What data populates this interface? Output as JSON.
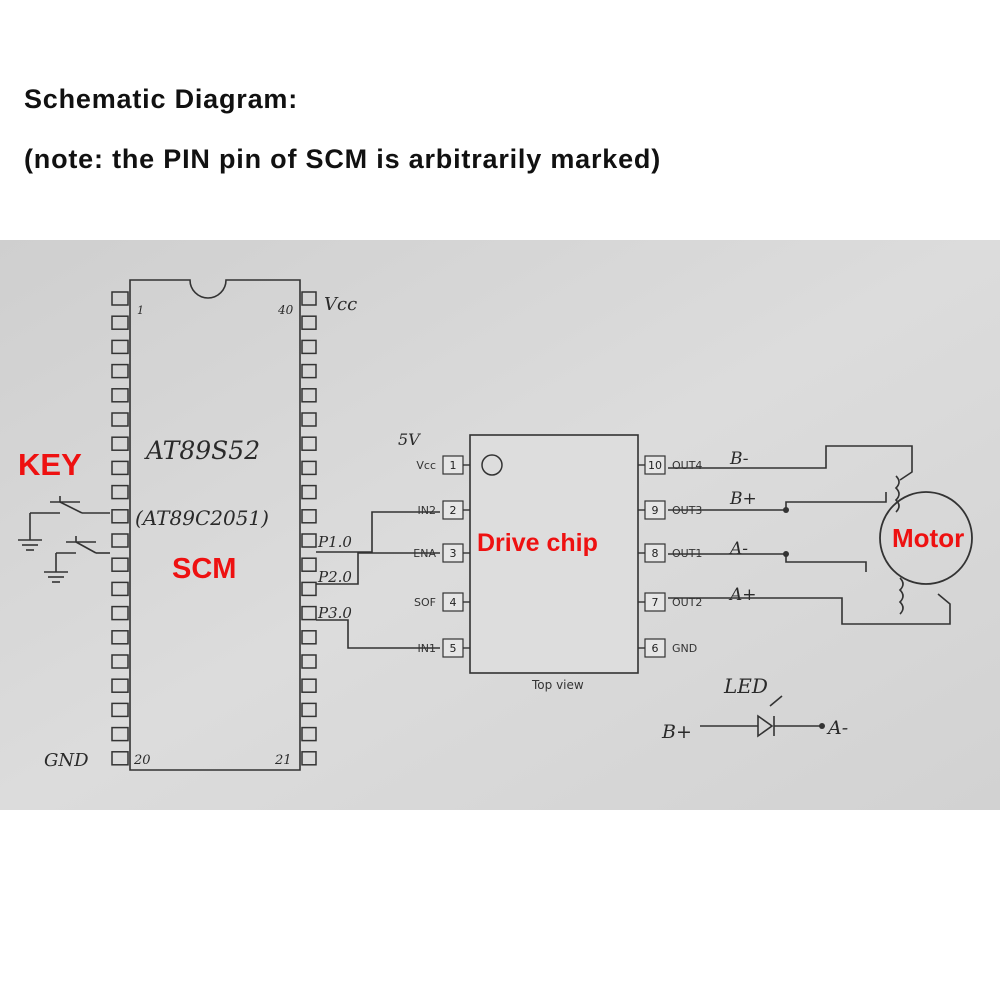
{
  "header": {
    "title": "Schematic Diagram:",
    "note": "(note: the PIN pin of SCM is arbitrarily marked)"
  },
  "labels": {
    "key": "KEY",
    "scm": "SCM",
    "drive_chip": "Drive chip",
    "motor": "Motor"
  },
  "mcu": {
    "model": "AT89S52",
    "alt_model": "(AT89C2051)",
    "pin_1": "1",
    "pin_20": "20",
    "pin_21": "21",
    "pin_40": "40",
    "vcc": "Vcc",
    "gnd": "GND",
    "port_p10": "P1.0",
    "port_p20": "P2.0",
    "port_p30": "P3.0"
  },
  "driver": {
    "supply": "5V",
    "pins_left": [
      {
        "num": "1",
        "name": "Vcc"
      },
      {
        "num": "2",
        "name": "IN2"
      },
      {
        "num": "3",
        "name": "ENA"
      },
      {
        "num": "4",
        "name": "SOF"
      },
      {
        "num": "5",
        "name": "IN1"
      }
    ],
    "pins_right": [
      {
        "num": "10",
        "name": "OUT4"
      },
      {
        "num": "9",
        "name": "OUT3"
      },
      {
        "num": "8",
        "name": "OUT1"
      },
      {
        "num": "7",
        "name": "OUT2"
      },
      {
        "num": "6",
        "name": "GND"
      }
    ],
    "caption": "Top view"
  },
  "outputs": {
    "b_minus": "B-",
    "b_plus": "B+",
    "a_minus": "A-",
    "a_plus": "A+"
  },
  "led": {
    "label": "LED",
    "left": "B+",
    "right": "A-"
  },
  "colors": {
    "accent": "#ee1111",
    "paper": "#d9d9d9",
    "ink": "#2a2a2a"
  }
}
